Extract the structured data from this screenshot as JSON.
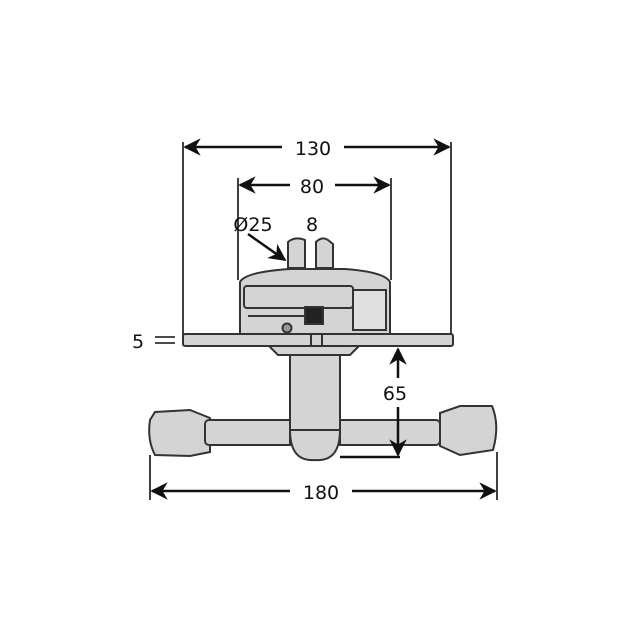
{
  "diagram": {
    "type": "technical-drawing",
    "subject": "handwheel-valve-key",
    "colors": {
      "part_fill": "#d4d4d4",
      "outline": "#333333",
      "dimension": "#111111",
      "background": "#ffffff"
    },
    "dimensions": {
      "overall_top_width": "130",
      "housing_width": "80",
      "diameter": "Ø25",
      "slot_width": "8",
      "plate_thickness": "5",
      "stem_height": "65",
      "handle_width": "180"
    }
  }
}
